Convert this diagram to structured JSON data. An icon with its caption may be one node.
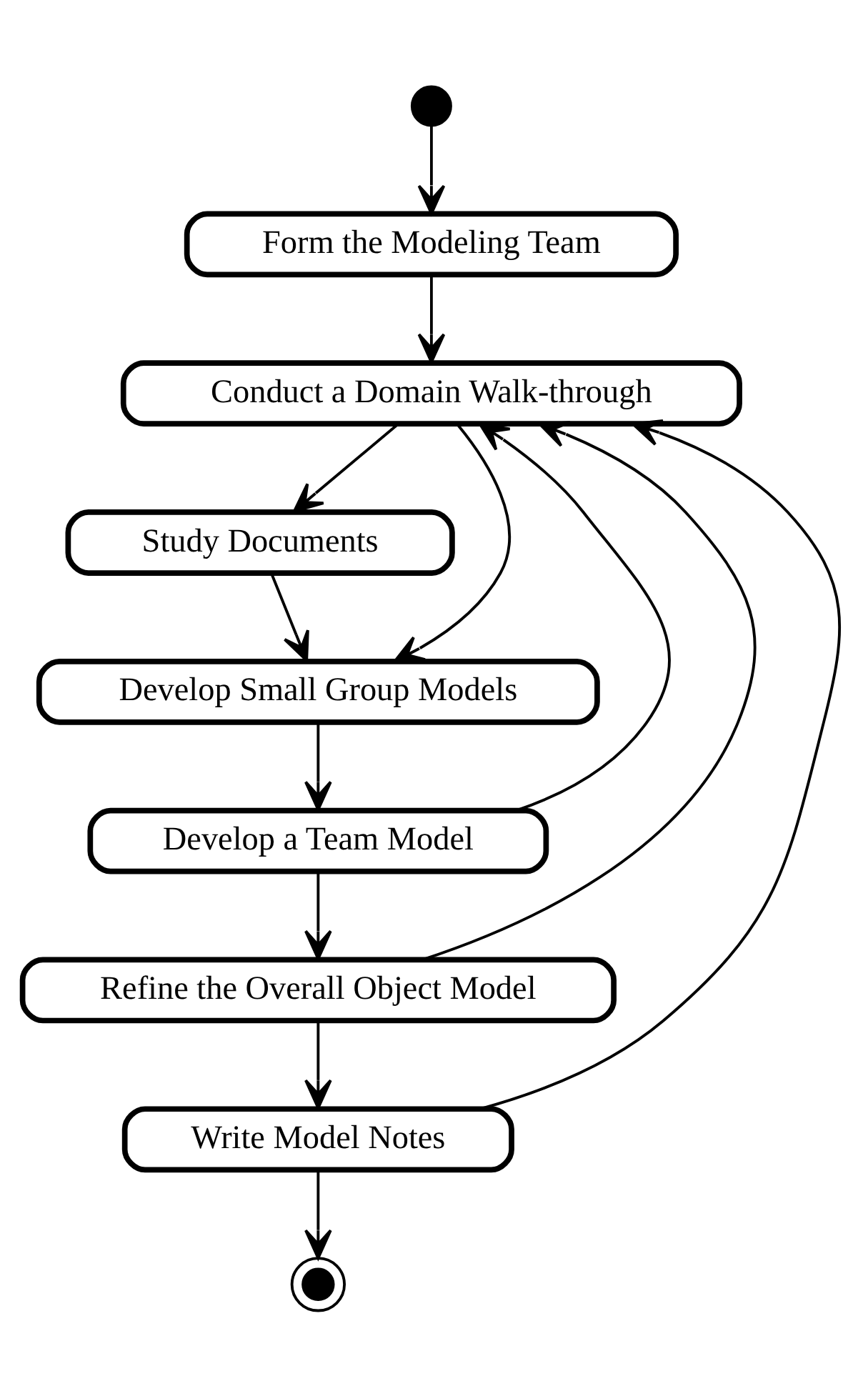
{
  "diagram": {
    "nodes": [
      {
        "text": [],
        "shape": "circle"
      },
      {
        "text": [
          "Form the Modeling Team"
        ]
      },
      {
        "text": [
          "Conduct a Domain Walk-through"
        ]
      },
      {
        "text": [
          "Study Documents"
        ]
      },
      {
        "text": [
          "Develop Small Group Models"
        ]
      },
      {
        "text": [
          "Develop a Team Model"
        ]
      },
      {
        "text": [
          "Refine the Overall Object Model"
        ]
      },
      {
        "text": [
          "Write Model Notes"
        ]
      },
      {
        "text": [],
        "shape": "bullseye"
      }
    ],
    "edges": [
      {
        "from": 0,
        "to": 1,
        "arrow": "to"
      },
      {
        "from": 1,
        "to": 2,
        "arrow": "to"
      },
      {
        "from": 2,
        "to": 4,
        "arrow": "to"
      },
      {
        "from": 2,
        "to": 3,
        "arrow": "to"
      },
      {
        "from": 3,
        "to": 4,
        "arrow": "to"
      },
      {
        "from": 4,
        "to": 5,
        "arrow": "to"
      },
      {
        "from": 5,
        "to": 2,
        "arrow": "to"
      },
      {
        "from": 5,
        "to": 6,
        "arrow": "to"
      },
      {
        "from": 6,
        "to": 2,
        "arrow": "to"
      },
      {
        "from": 6,
        "to": 7,
        "arrow": "to"
      },
      {
        "from": 7,
        "to": 2,
        "arrow": "to"
      },
      {
        "from": 7,
        "to": 8,
        "arrow": "to"
      }
    ]
  }
}
